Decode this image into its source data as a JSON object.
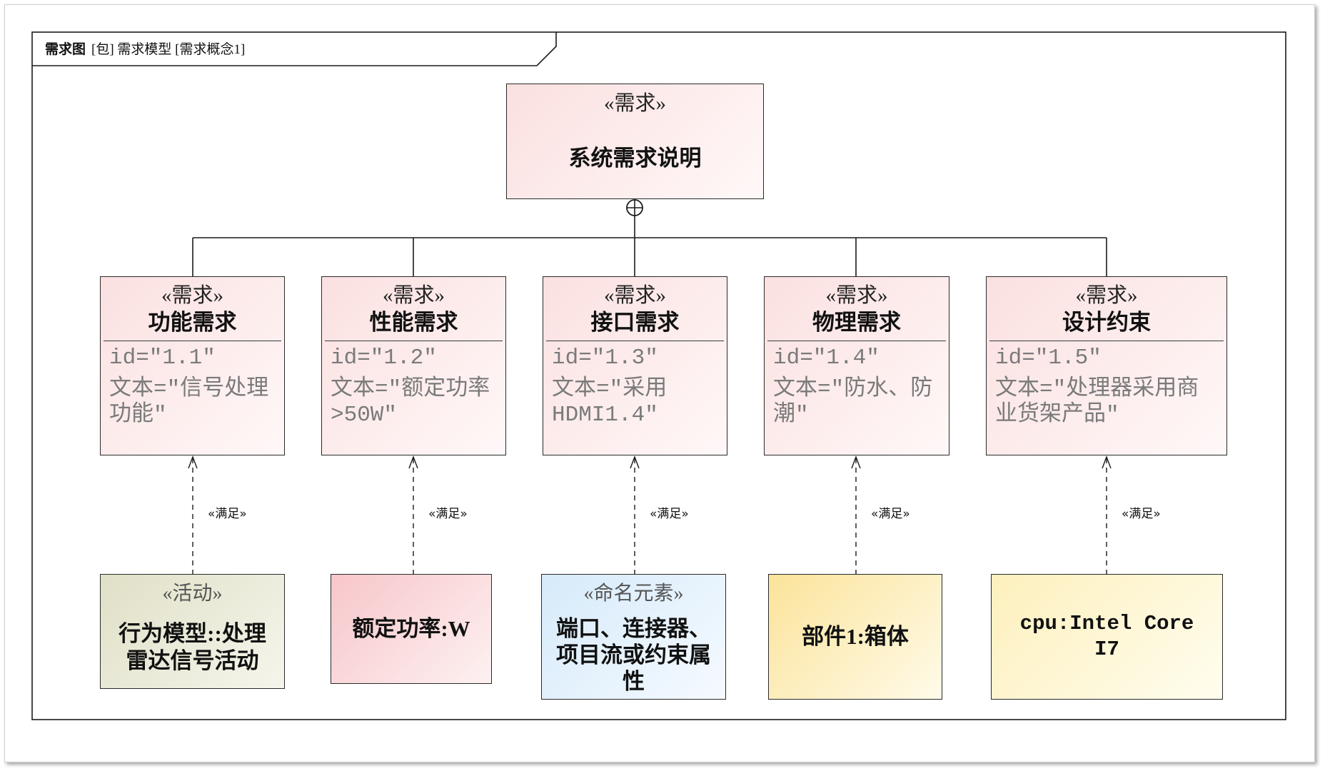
{
  "frame": {
    "kind": "需求图",
    "title": "[包] 需求模型 [需求概念1]"
  },
  "root": {
    "stereotype": "«需求»",
    "name": "系统需求说明"
  },
  "requirements": [
    {
      "stereotype": "«需求»",
      "name": "功能需求",
      "id": "id=″1.1″",
      "text": "文本=″信号处理功能″"
    },
    {
      "stereotype": "«需求»",
      "name": "性能需求",
      "id": "id=″1.2″",
      "text": "文本=″额定功率>50W″"
    },
    {
      "stereotype": "«需求»",
      "name": "接口需求",
      "id": "id=″1.3″",
      "text": "文本=″采用HDMI1.4″"
    },
    {
      "stereotype": "«需求»",
      "name": "物理需求",
      "id": "id=″1.4″",
      "text": "文本=″防水、防潮″"
    },
    {
      "stereotype": "«需求»",
      "name": "设计约束",
      "id": "id=″1.5″",
      "text": "文本=″处理器采用商业货架产品″"
    }
  ],
  "satisfy_relations": [
    {
      "label": "«满足»"
    },
    {
      "label": "«满足»"
    },
    {
      "label": "«满足»"
    },
    {
      "label": "«满足»"
    },
    {
      "label": "«满足»"
    }
  ],
  "satisfiers": [
    {
      "stereotype": "«活动»",
      "name": "行为模型::处理雷达信号活动",
      "fill": [
        "#e0e0c7",
        "#f5f5ec"
      ]
    },
    {
      "name": "额定功率:W",
      "fill": [
        "#f7c6ca",
        "#fdf1f1"
      ]
    },
    {
      "stereotype": "«命名元素»",
      "name": "端口、连接器、项目流或约束属性",
      "fill": [
        "#d6eafa",
        "#f5faff"
      ]
    },
    {
      "name": "部件1:箱体",
      "fill": [
        "#fbe39a",
        "#fffbe9"
      ]
    },
    {
      "name": "cpu:Intel Core I7",
      "fill": [
        "#fdf0bd",
        "#fffdee"
      ]
    }
  ],
  "colors": {
    "requirement_fill": [
      "#fbe0e0",
      "#fff8f8"
    ],
    "line": "#1a1a1a",
    "property_text": "#7a7a7a"
  }
}
